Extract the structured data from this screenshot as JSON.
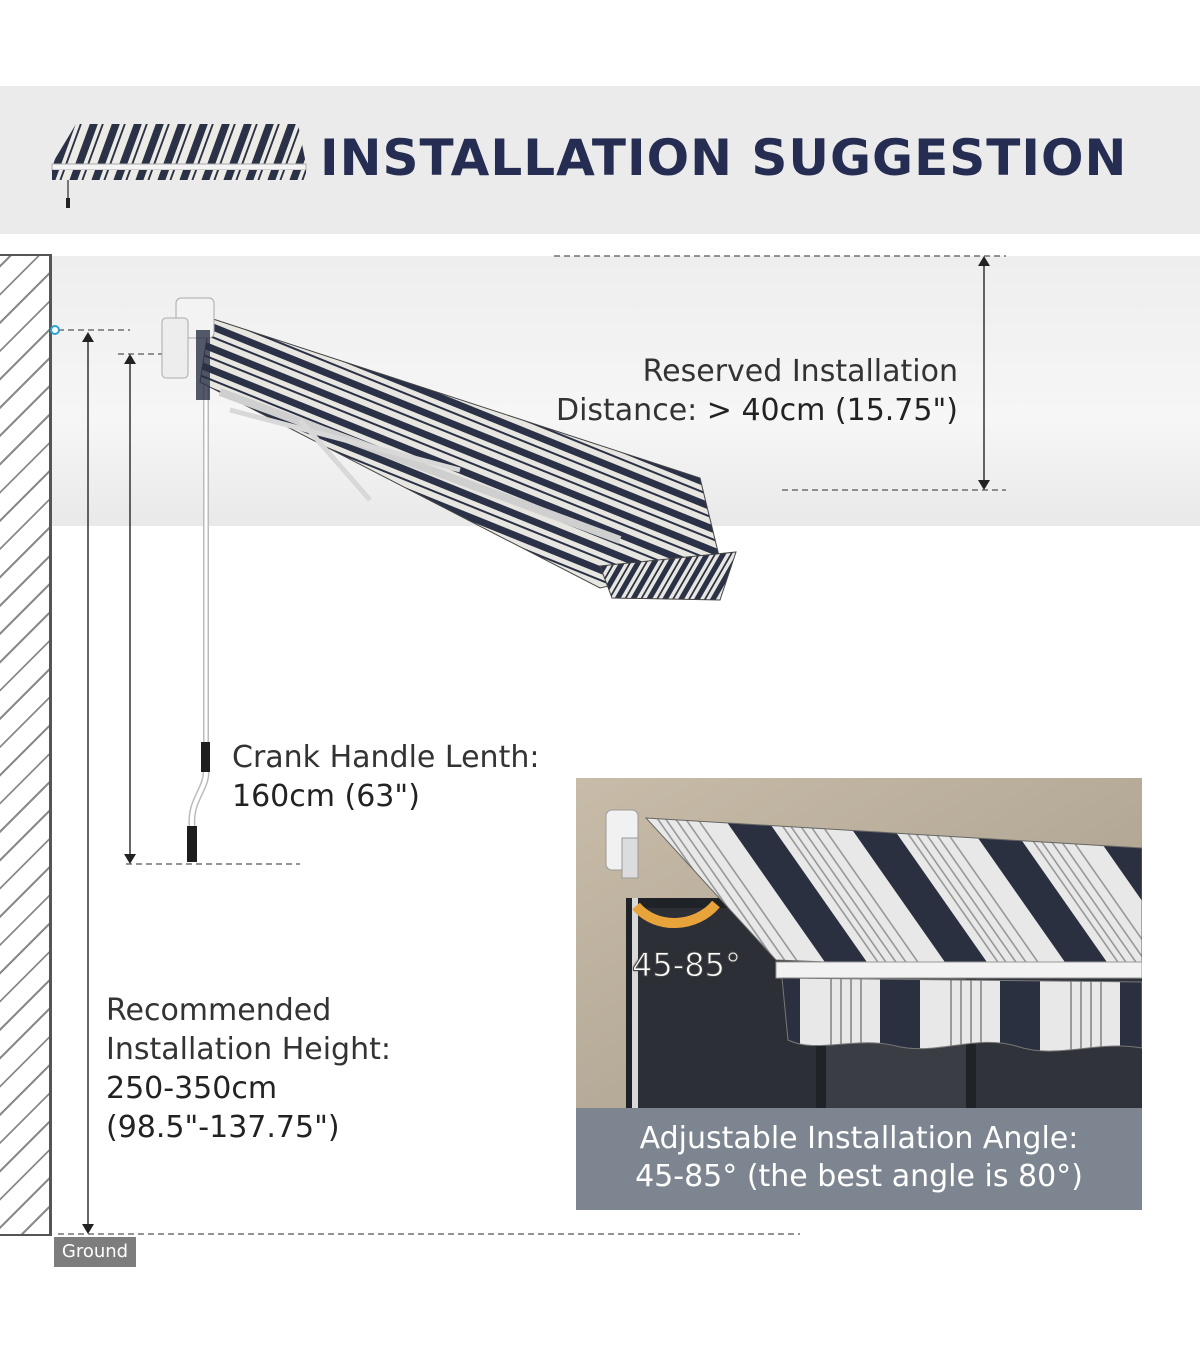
{
  "header": {
    "title": "INSTALLATION SUGGESTION",
    "icon": "awning-icon"
  },
  "reserved": {
    "line1": "Reserved Installation",
    "line2_label": "Distance: ",
    "line2_value": "> 40cm (15.75\")"
  },
  "crank": {
    "line1": "Crank Handle Lenth:",
    "line2": "160cm (63\")"
  },
  "height": {
    "line1": "Recommended",
    "line2": "Installation Height:",
    "line3": "250-350cm",
    "line4": "(98.5\"-137.75\")"
  },
  "ground": {
    "label": "Ground"
  },
  "photo": {
    "angle_tag": "45-85°",
    "caption_line1": "Adjustable Installation Angle:",
    "caption_line2_value": "45-85°",
    "caption_line2_rest": " (the best angle is ",
    "caption_line2_best": "80°",
    "caption_line2_end": ")"
  },
  "colors": {
    "title": "#262d52",
    "stripe_dark": "#2b3146",
    "stripe_light": "#e9e9e4",
    "caption_bg": "#7d8590",
    "ground_bg": "#7d7d7d"
  }
}
